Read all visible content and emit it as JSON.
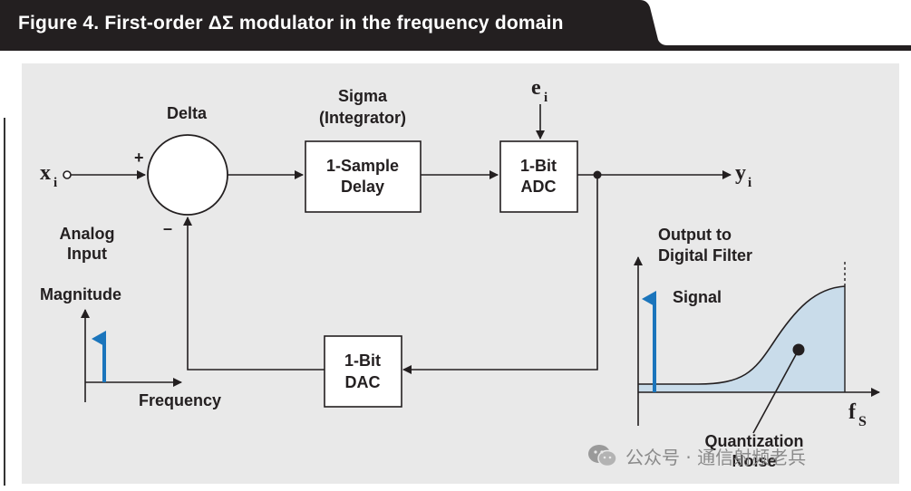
{
  "title": "Figure 4. First-order ΔΣ modulator in the frequency domain",
  "diagram": {
    "delta_label": "Delta",
    "sigma_label": "Sigma",
    "integrator_label": "(Integrator)",
    "plus_sign": "+",
    "minus_sign": "–",
    "input_symbol": "x",
    "input_subscript": "i",
    "output_symbol": "y",
    "output_subscript": "i",
    "error_symbol": "e",
    "error_subscript": "i",
    "delay_block": [
      "1-Sample",
      "Delay"
    ],
    "adc_block": [
      "1-Bit",
      "ADC"
    ],
    "dac_block": [
      "1-Bit",
      "DAC"
    ],
    "analog_input": [
      "Analog",
      "Input"
    ]
  },
  "input_spectrum": {
    "ylabel": "Magnitude",
    "xlabel": "Frequency"
  },
  "output_spectrum": {
    "title": [
      "Output to",
      "Digital Filter"
    ],
    "signal_label": "Signal",
    "noise_label": [
      "Quantization",
      "Noise"
    ],
    "fs_symbol": "f",
    "fs_subscript": "S"
  },
  "watermark": {
    "text": "公众号 · 通信射频老兵"
  },
  "colors": {
    "title_bg": "#231f20",
    "panel_bg": "#e9e9e9",
    "signal_arrow": "#1b75bc",
    "noise_fill": "#c9dcea",
    "line": "#231f20"
  }
}
